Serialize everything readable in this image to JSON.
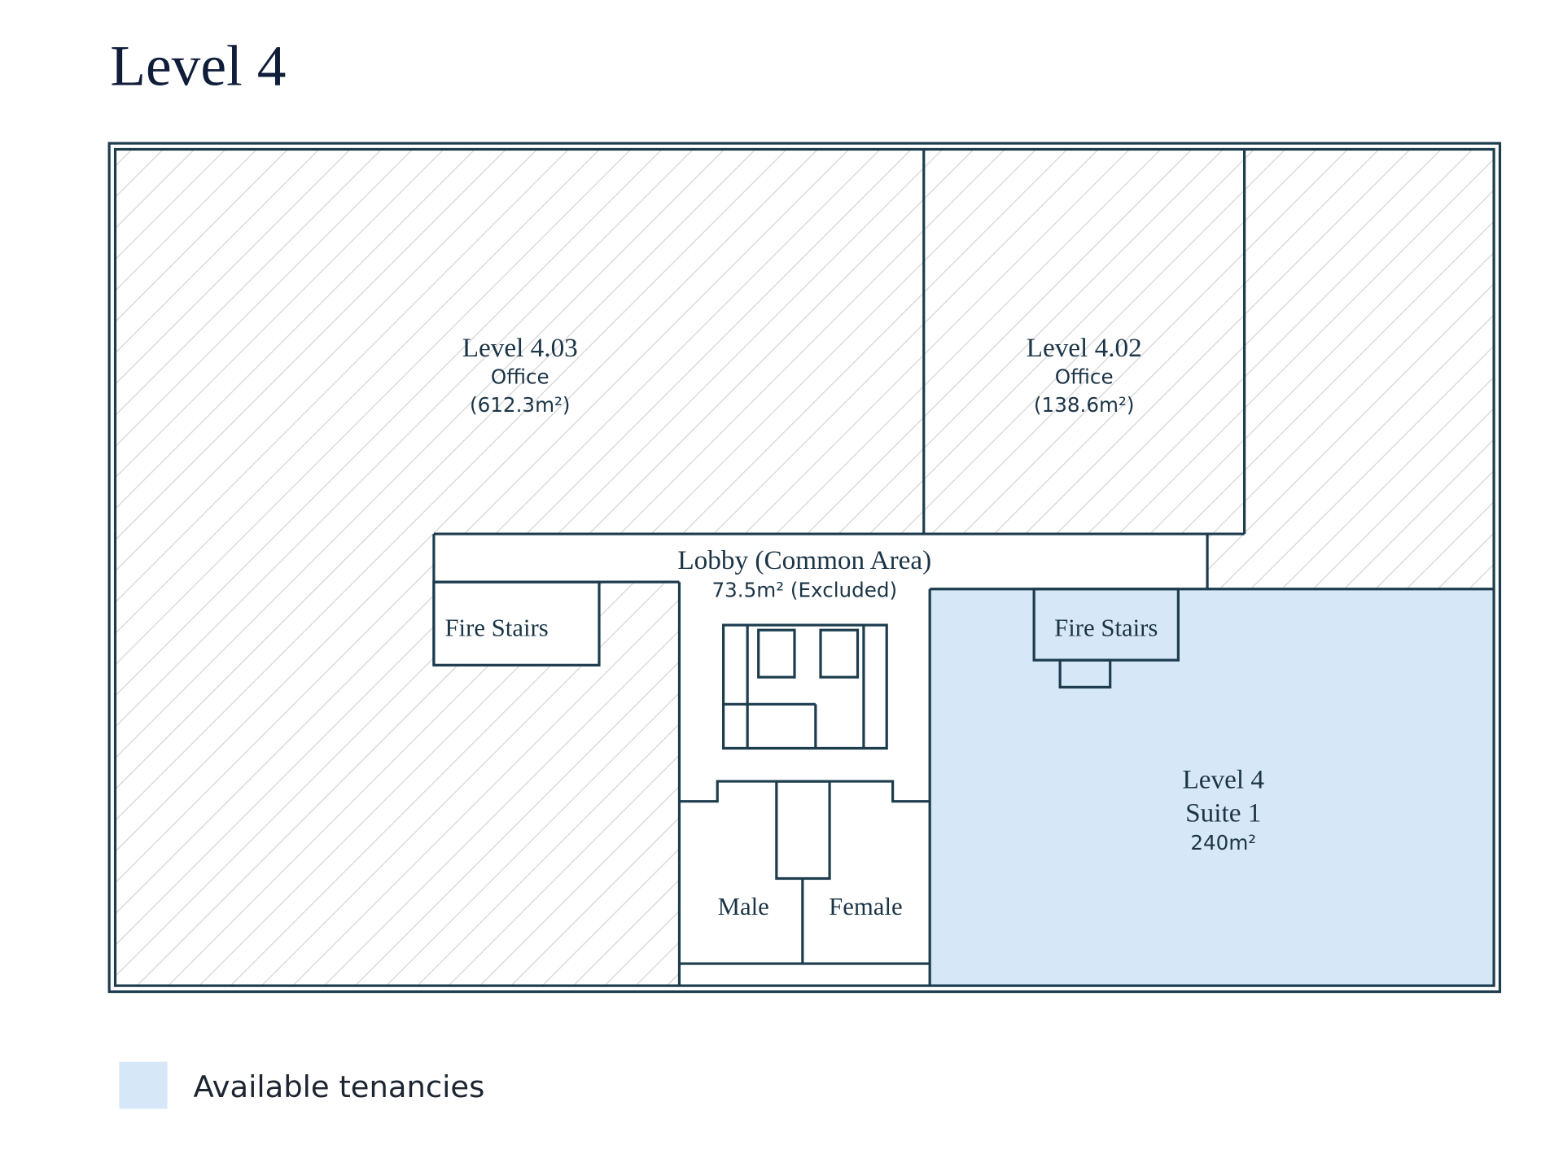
{
  "title": "Level 4",
  "colors": {
    "wall": "#1d3d4e",
    "available": "#d6e7f7",
    "hatch": "#d4d4d4",
    "title": "#0f1d3a"
  },
  "rooms": {
    "l403": {
      "name": "Level 4.03",
      "use": "Office",
      "area": "(612.3m²)"
    },
    "l402": {
      "name": "Level 4.02",
      "use": "Office",
      "area": "(138.6m²)"
    },
    "lobby": {
      "name": "Lobby (Common Area)",
      "area": "73.5m² (Excluded)"
    },
    "fire_stairs_left": "Fire Stairs",
    "fire_stairs_right": "Fire Stairs",
    "suite1": {
      "line1": "Level 4",
      "line2": "Suite 1",
      "area": "240m²"
    },
    "male": "Male",
    "female": "Female"
  },
  "legend": {
    "label": "Available tenancies"
  }
}
